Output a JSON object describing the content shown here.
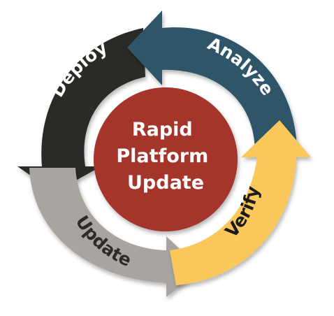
{
  "center": {
    "lines": [
      "Rapid",
      "Platform",
      "Update"
    ],
    "color": "#a5362b",
    "text_color": "#ffffff"
  },
  "segments": [
    {
      "key": "analyze",
      "label": "Analyze",
      "color": "#2d5667",
      "text_color": "#ffffff"
    },
    {
      "key": "verify",
      "label": "Verify",
      "color": "#f9c75a",
      "text_color": "#1b1b1b"
    },
    {
      "key": "update",
      "label": "Update",
      "color": "#a8a49f",
      "text_color": "#2b2b2b"
    },
    {
      "key": "deploy",
      "label": "Deploy",
      "color": "#2a2927",
      "text_color": "#ffffff"
    }
  ]
}
